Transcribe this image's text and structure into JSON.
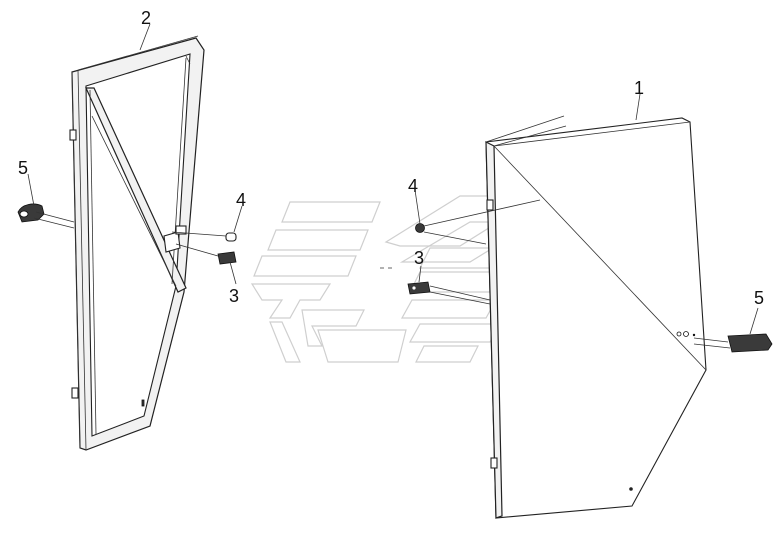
{
  "diagram": {
    "callouts": {
      "left_door": "2",
      "right_door": "1",
      "left_latch": "3",
      "right_latch": "3",
      "left_pin": "4",
      "right_pin": "4",
      "left_handle": "5",
      "right_handle": "5"
    },
    "colors": {
      "line": "#222222",
      "watermark": "#cfcfcf",
      "background": "#ffffff"
    }
  }
}
